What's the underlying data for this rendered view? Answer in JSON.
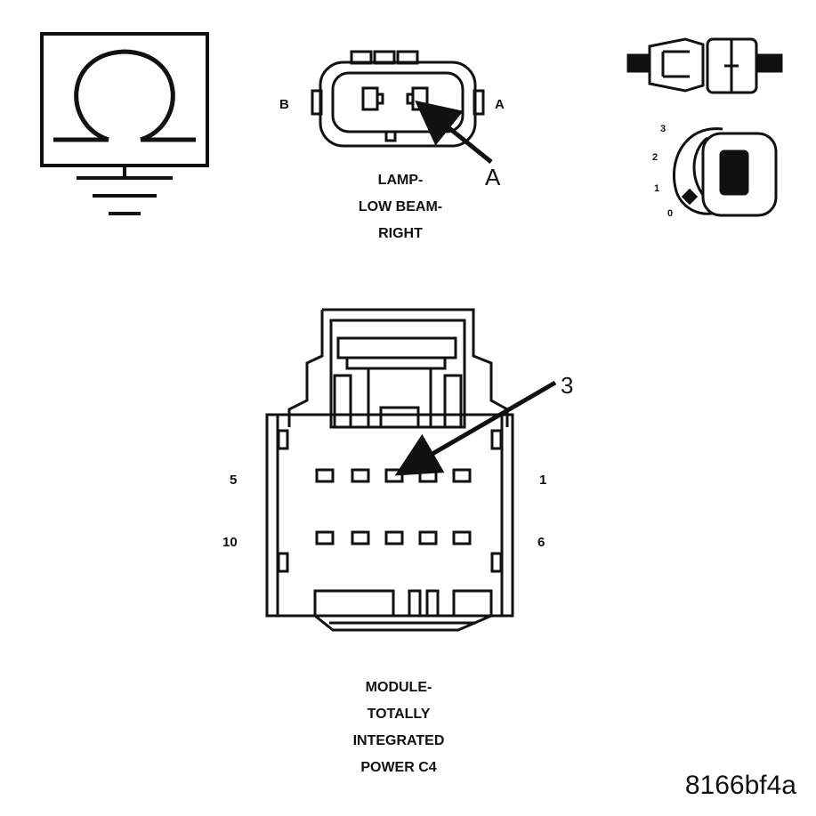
{
  "ohm_meter": {
    "symbol": "ohm-symbol",
    "ground_symbol": "ground-icon"
  },
  "lamp_connector": {
    "pin_left": "B",
    "pin_right": "A",
    "callout": "A",
    "caption_lines": [
      "LAMP-",
      "LOW BEAM-",
      "RIGHT"
    ]
  },
  "ignition_switch": {
    "positions": [
      "3",
      "2",
      "1",
      "0"
    ],
    "key_label": "0"
  },
  "module_connector": {
    "callout": "3",
    "row1_left": "5",
    "row1_right": "1",
    "row2_left": "10",
    "row2_right": "6",
    "caption_lines": [
      "MODULE-",
      "TOTALLY",
      "INTEGRATED",
      "POWER C4"
    ]
  },
  "figure_id": "8166bf4a",
  "colors": {
    "ink": "#111111",
    "background": "#ffffff"
  }
}
